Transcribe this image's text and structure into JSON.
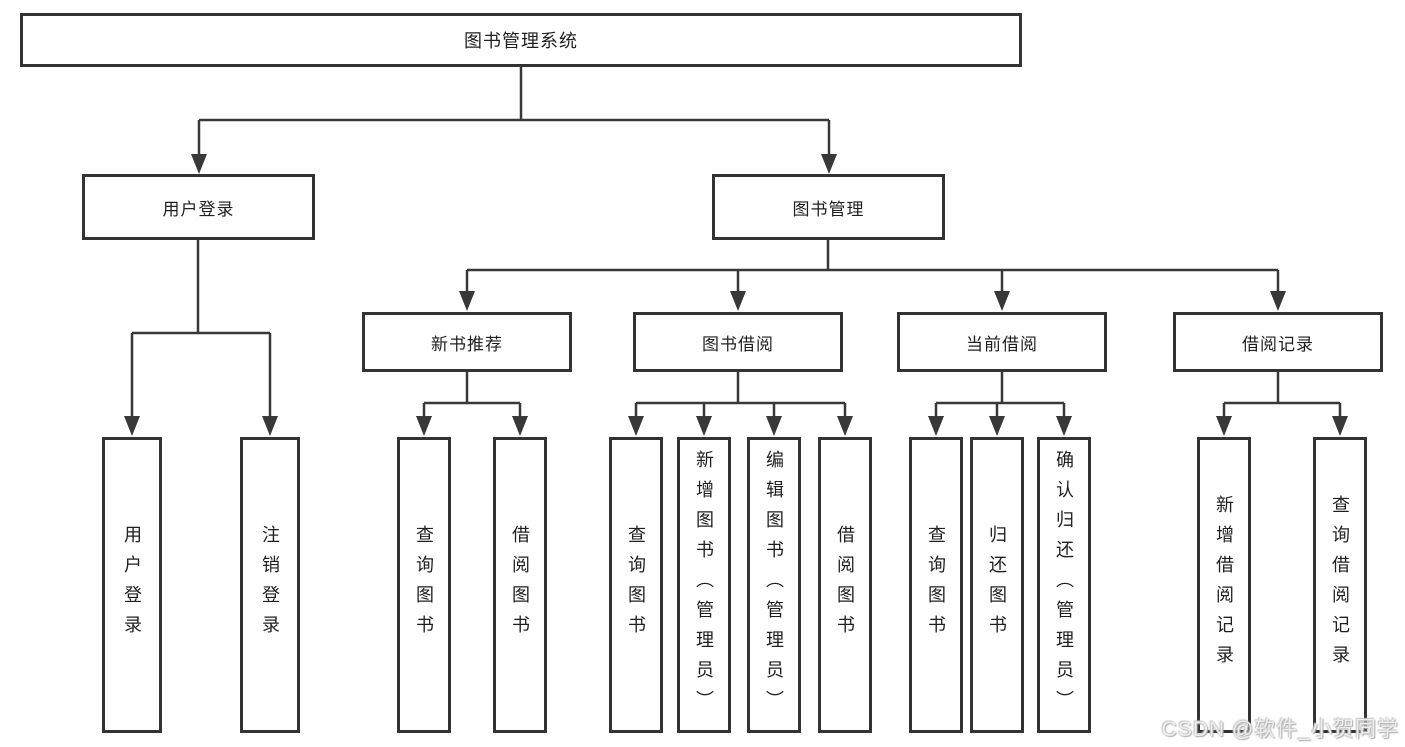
{
  "tree": {
    "label": "图书管理系统",
    "children": [
      {
        "label": "用户登录",
        "children": [
          {
            "label": "用户登录"
          },
          {
            "label": "注销登录"
          }
        ]
      },
      {
        "label": "图书管理",
        "children": [
          {
            "label": "新书推荐",
            "children": [
              {
                "label": "查询图书"
              },
              {
                "label": "借阅图书"
              }
            ]
          },
          {
            "label": "图书借阅",
            "children": [
              {
                "label": "查询图书"
              },
              {
                "label": "新增图书（管理员）"
              },
              {
                "label": "编辑图书（管理员）"
              },
              {
                "label": "借阅图书"
              }
            ]
          },
          {
            "label": "当前借阅",
            "children": [
              {
                "label": "查询图书"
              },
              {
                "label": "归还图书"
              },
              {
                "label": "确认归还（管理员）"
              }
            ]
          },
          {
            "label": "借阅记录",
            "children": [
              {
                "label": "新增借阅记录"
              },
              {
                "label": "查询借阅记录"
              }
            ]
          }
        ]
      }
    ]
  },
  "watermark": {
    "text": "CSDN @软件_小贺同学"
  },
  "colors": {
    "line": "#383838",
    "box_border": "#333333",
    "text": "#1f1f1f",
    "background": "#ffffff",
    "watermark": "#eeeeee"
  }
}
